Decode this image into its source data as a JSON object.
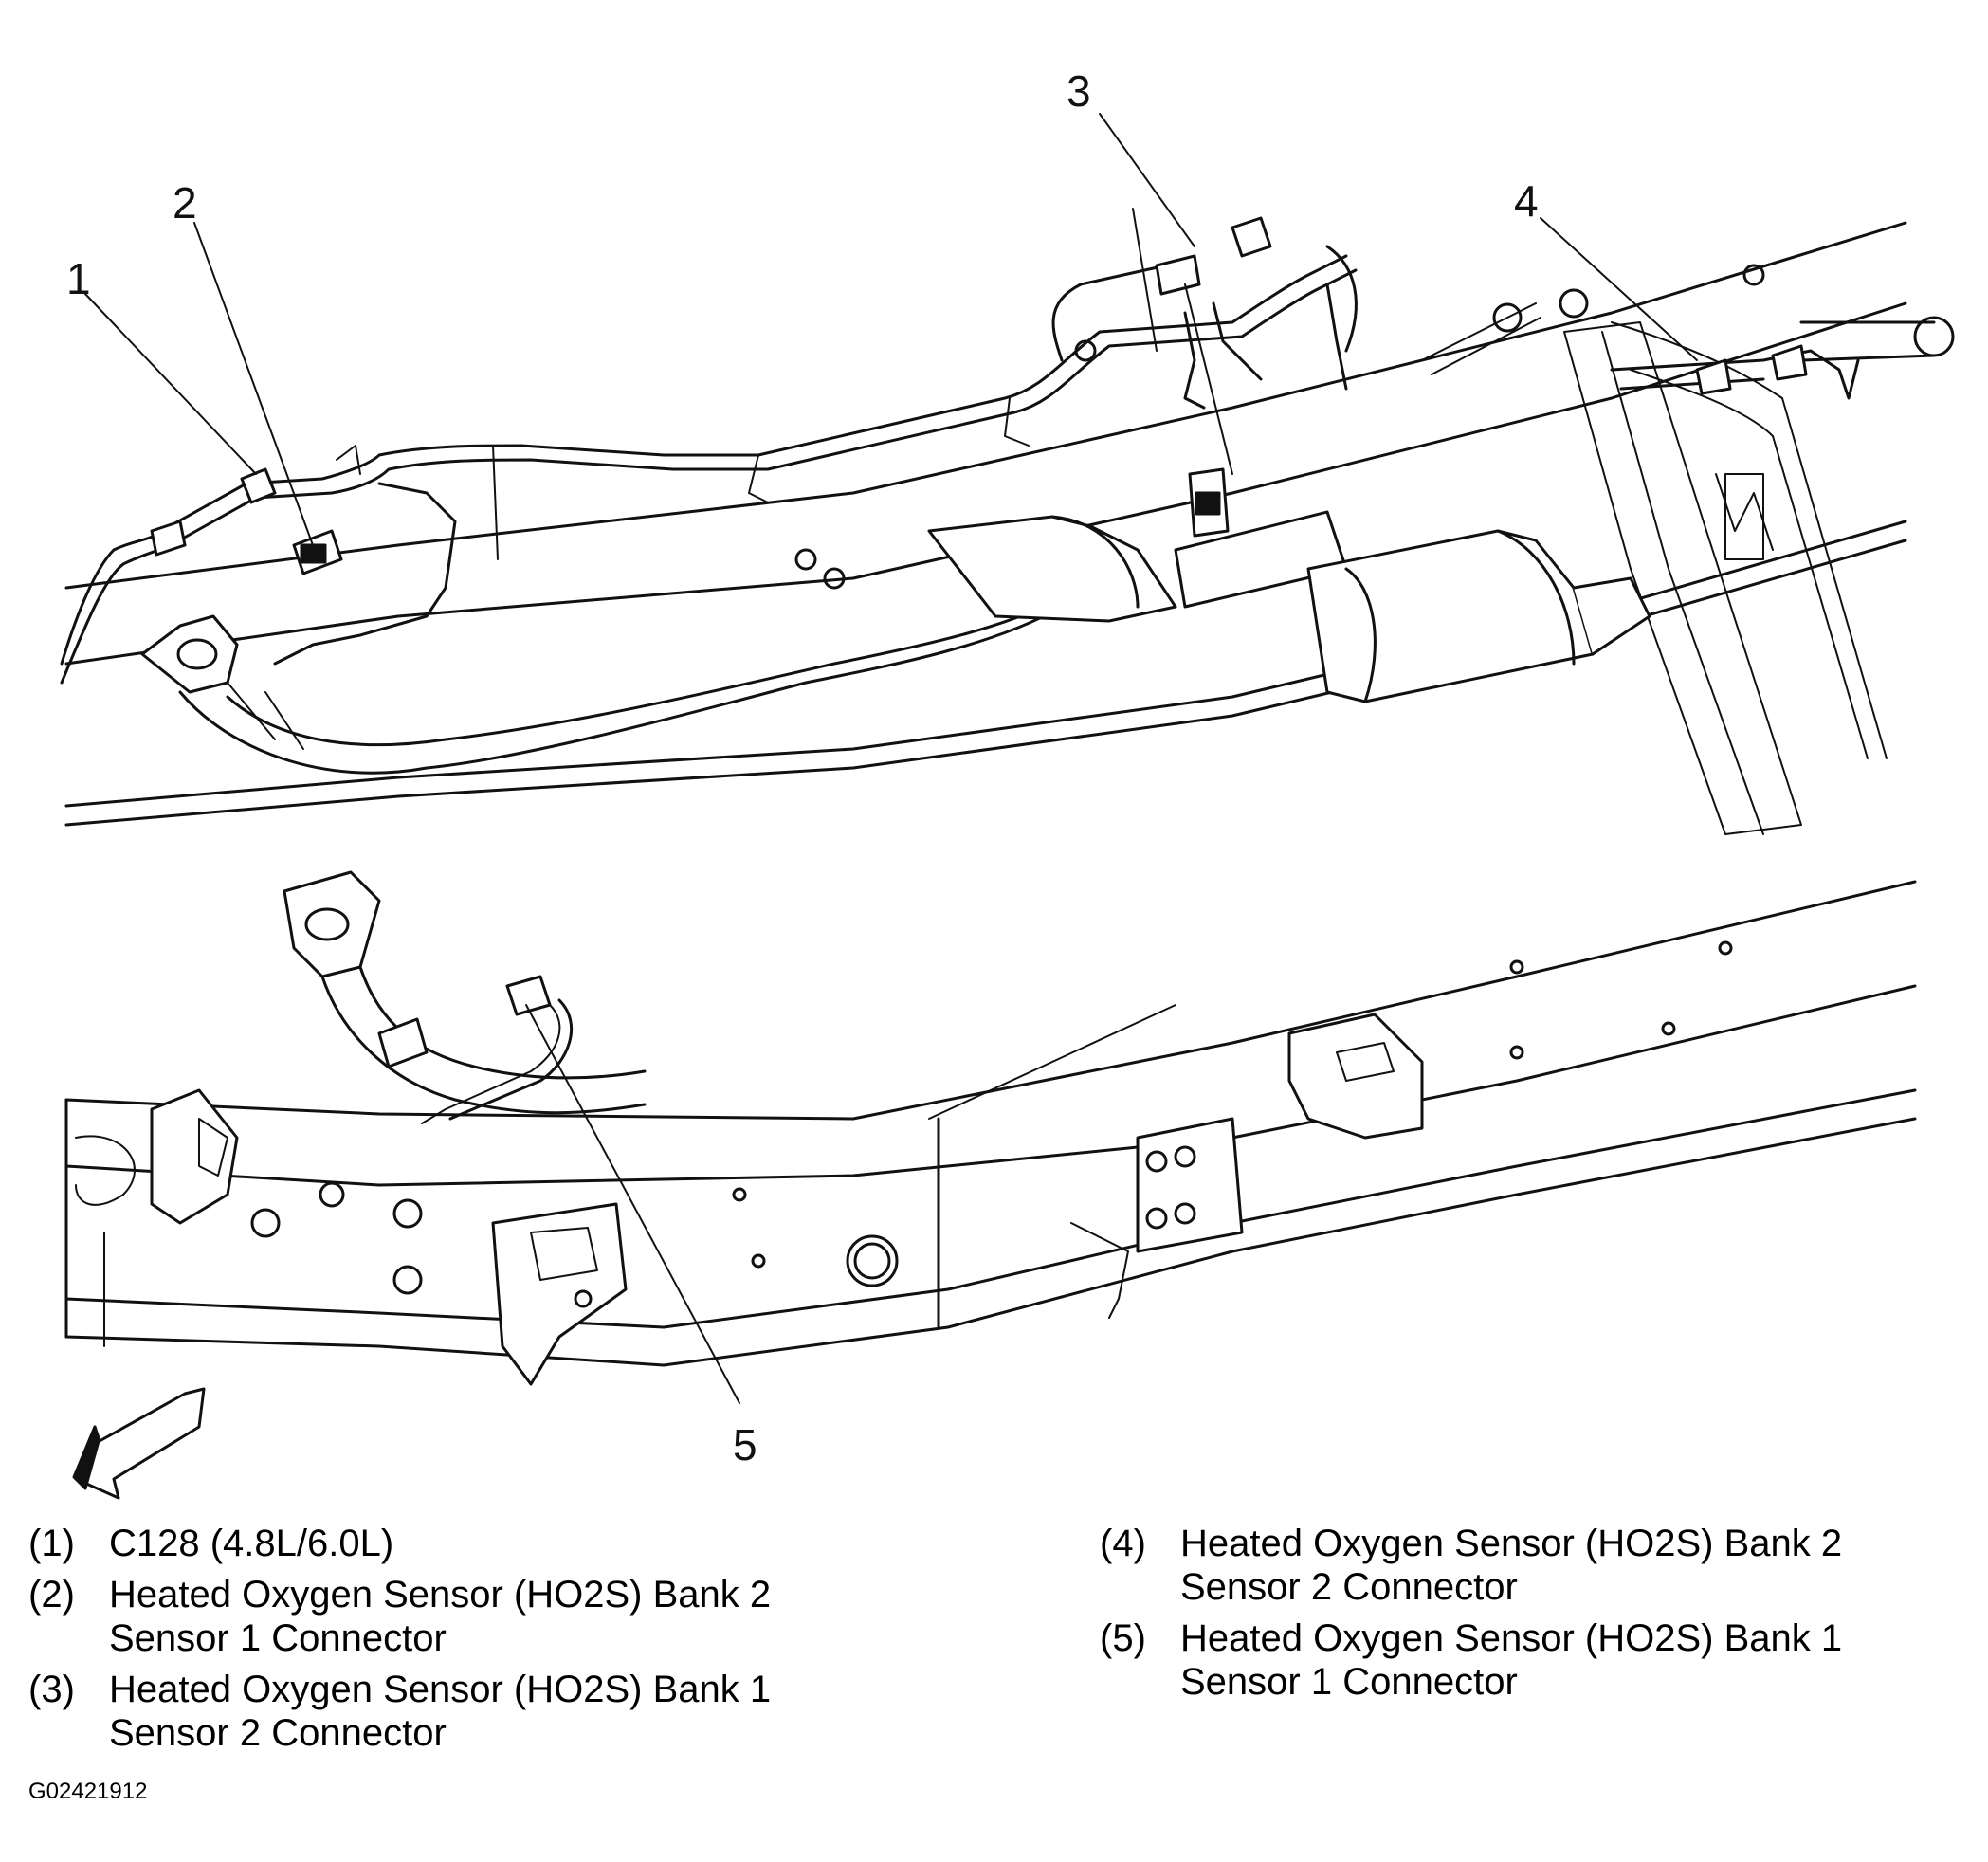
{
  "callouts": [
    "1",
    "2",
    "3",
    "4",
    "5"
  ],
  "legend": [
    {
      "num": "(1)",
      "text": "C128 (4.8L/6.0L)"
    },
    {
      "num": "(2)",
      "text": "Heated Oxygen Sensor (HO2S) Bank 2 Sensor 1 Connector"
    },
    {
      "num": "(3)",
      "text": "Heated Oxygen Sensor (HO2S) Bank 1 Sensor 2 Connector"
    },
    {
      "num": "(4)",
      "text": "Heated Oxygen Sensor (HO2S) Bank 2 Sensor 2 Connector"
    },
    {
      "num": "(5)",
      "text": "Heated Oxygen Sensor (HO2S) Bank 1 Sensor 1 Connector"
    }
  ],
  "figure_id": "G02421912"
}
